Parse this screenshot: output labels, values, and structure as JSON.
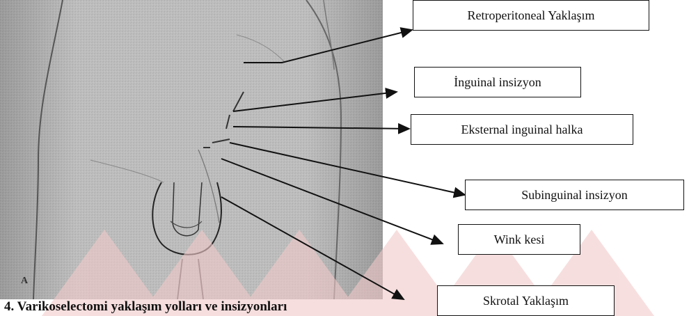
{
  "figure": {
    "panel_letter": "A",
    "caption": "4. Varikoselectomi yaklaşım yolları ve insizyonları"
  },
  "labels": [
    {
      "id": "retroperitoneal",
      "text": "Retroperitoneal Yaklaşım"
    },
    {
      "id": "inguinal",
      "text": "İnguinal insizyon"
    },
    {
      "id": "external-ring",
      "text": "Eksternal inguinal halka"
    },
    {
      "id": "subinguinal",
      "text": "Subinguinal insizyon"
    },
    {
      "id": "wink",
      "text": "Wink kesi"
    },
    {
      "id": "scrotal",
      "text": "Skrotal Yaklaşım"
    }
  ],
  "colors": {
    "photo_bg": "#b9b9b9",
    "line": "#111111",
    "watermark": "#f3c9c9"
  }
}
